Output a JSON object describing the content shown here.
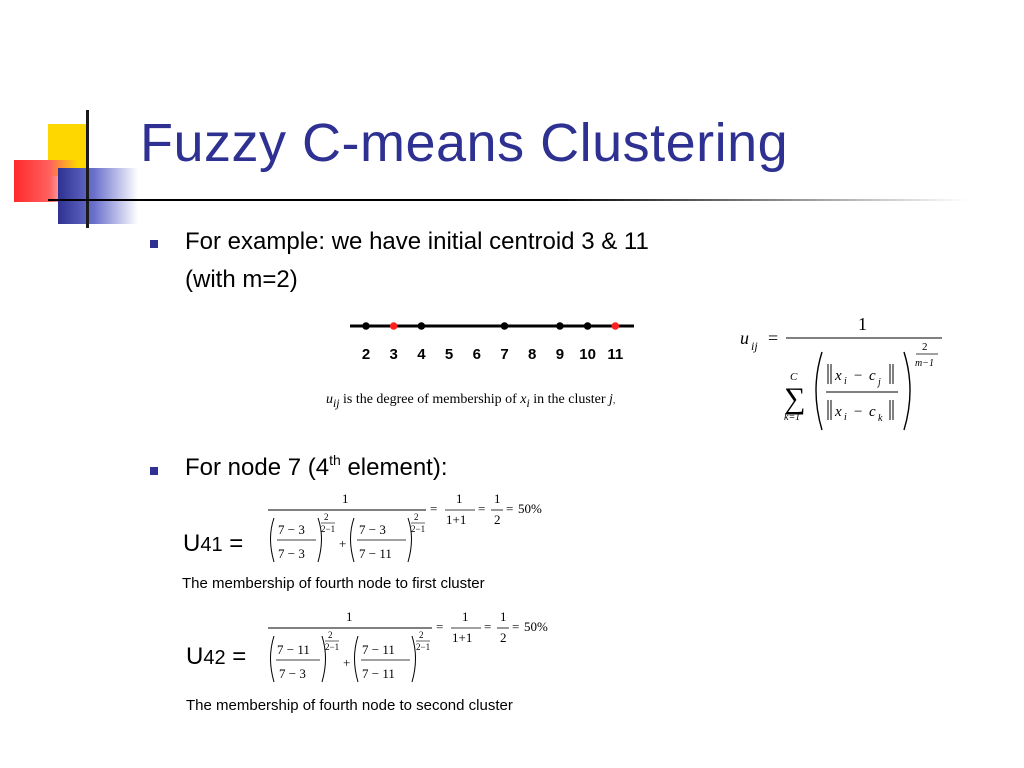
{
  "slide": {
    "title": "Fuzzy C-means Clustering",
    "colors": {
      "title": "#2e3192",
      "bullet": "#2e3192",
      "centroid": "#ff2020",
      "point": "#000000"
    }
  },
  "bullets": [
    {
      "line1": "For example:  we have initial centroid 3 & 11",
      "line2": "(with m=2)"
    },
    {
      "pre": "For node 7 (4",
      "sup": "th",
      "post": "  element):"
    }
  ],
  "number_line": {
    "ticks": [
      "2",
      "3",
      "4",
      "5",
      "6",
      "7",
      "8",
      "9",
      "10",
      "11"
    ],
    "points": [
      2,
      3,
      4,
      7,
      9,
      10,
      11
    ],
    "centroids": [
      3,
      11
    ]
  },
  "membership_note": {
    "u": "u",
    "u_sub": "ij",
    "t1": " is the degree of membership of ",
    "x": "x",
    "x_sub": "i",
    "t2": " in the cluster ",
    "j": "j",
    "end": ","
  },
  "formula": {
    "u": "u",
    "u_sub": "ij",
    "eq": "=",
    "num": "1",
    "sum_top": "C",
    "sum": "∑",
    "sum_bottom": "k=1",
    "top": "x",
    "top_sub": "i",
    "minus": "−",
    "top_c": "c",
    "top_c_sub": "j",
    "bottom_c_sub": "k",
    "exp_num": "2",
    "exp_den": "m−1"
  },
  "u41": {
    "u": "U",
    "sub": "41",
    "eq": " =",
    "num": "1",
    "a_num": "7 − 3",
    "a_den": "7 − 3",
    "b_num": "7 − 3",
    "b_den": "7 − 11",
    "exp_num": "2",
    "exp_den": "2−1",
    "plus": "+",
    "eq2": "=",
    "frac2_num": "1",
    "frac2_den": "1+1",
    "eq3": "=",
    "frac3_num": "1",
    "frac3_den": "2",
    "eq4": "=",
    "result": "50%",
    "caption": "The membership of fourth node to first cluster"
  },
  "u42": {
    "u": "U",
    "sub": "42",
    "eq": " =",
    "num": "1",
    "a_num": "7 − 11",
    "a_den": "7 − 3",
    "b_num": "7 − 11",
    "b_den": "7 − 11",
    "exp_num": "2",
    "exp_den": "2−1",
    "plus": "+",
    "eq2": "=",
    "frac2_num": "1",
    "frac2_den": "1+1",
    "eq3": "=",
    "frac3_num": "1",
    "frac3_den": "2",
    "eq4": "=",
    "result": "50%",
    "caption": "The membership of fourth node to second cluster"
  }
}
